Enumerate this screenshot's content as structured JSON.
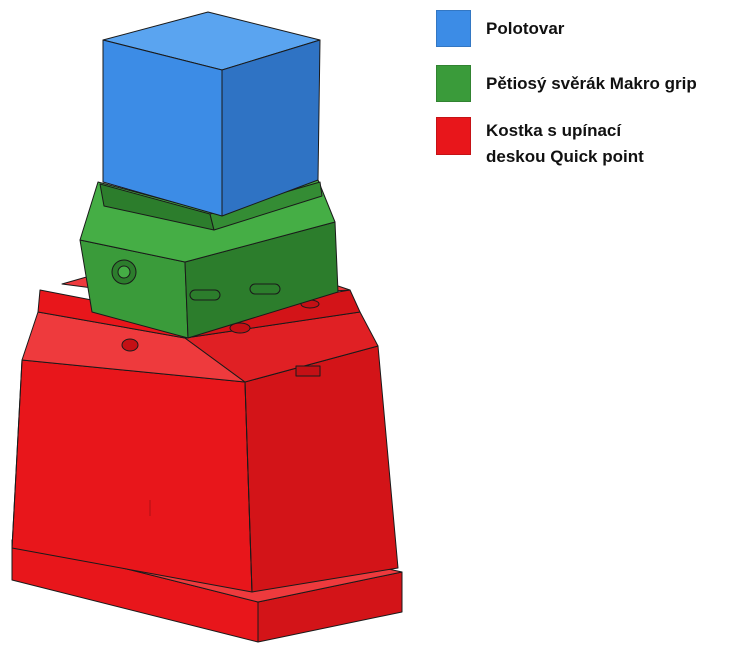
{
  "legend": {
    "items": [
      {
        "label": "Polotovar",
        "color": "#3C8CE6"
      },
      {
        "label": "Pětiosý svěrák Makro grip",
        "color": "#3A9B3A"
      },
      {
        "label_lines": [
          "Kostka s upínací",
          "deskou Quick point"
        ],
        "color": "#E8161B"
      }
    ]
  },
  "colors": {
    "red": "#E8161B",
    "red_shadow": "#C41015",
    "red_light": "#EE3A3D",
    "green": "#3A9B3A",
    "green_shadow": "#2C7D2C",
    "blue": "#3C8CE6",
    "blue_shadow": "#2F73C4",
    "blue_top": "#5AA4F0",
    "outline": "#1a1a1a"
  }
}
